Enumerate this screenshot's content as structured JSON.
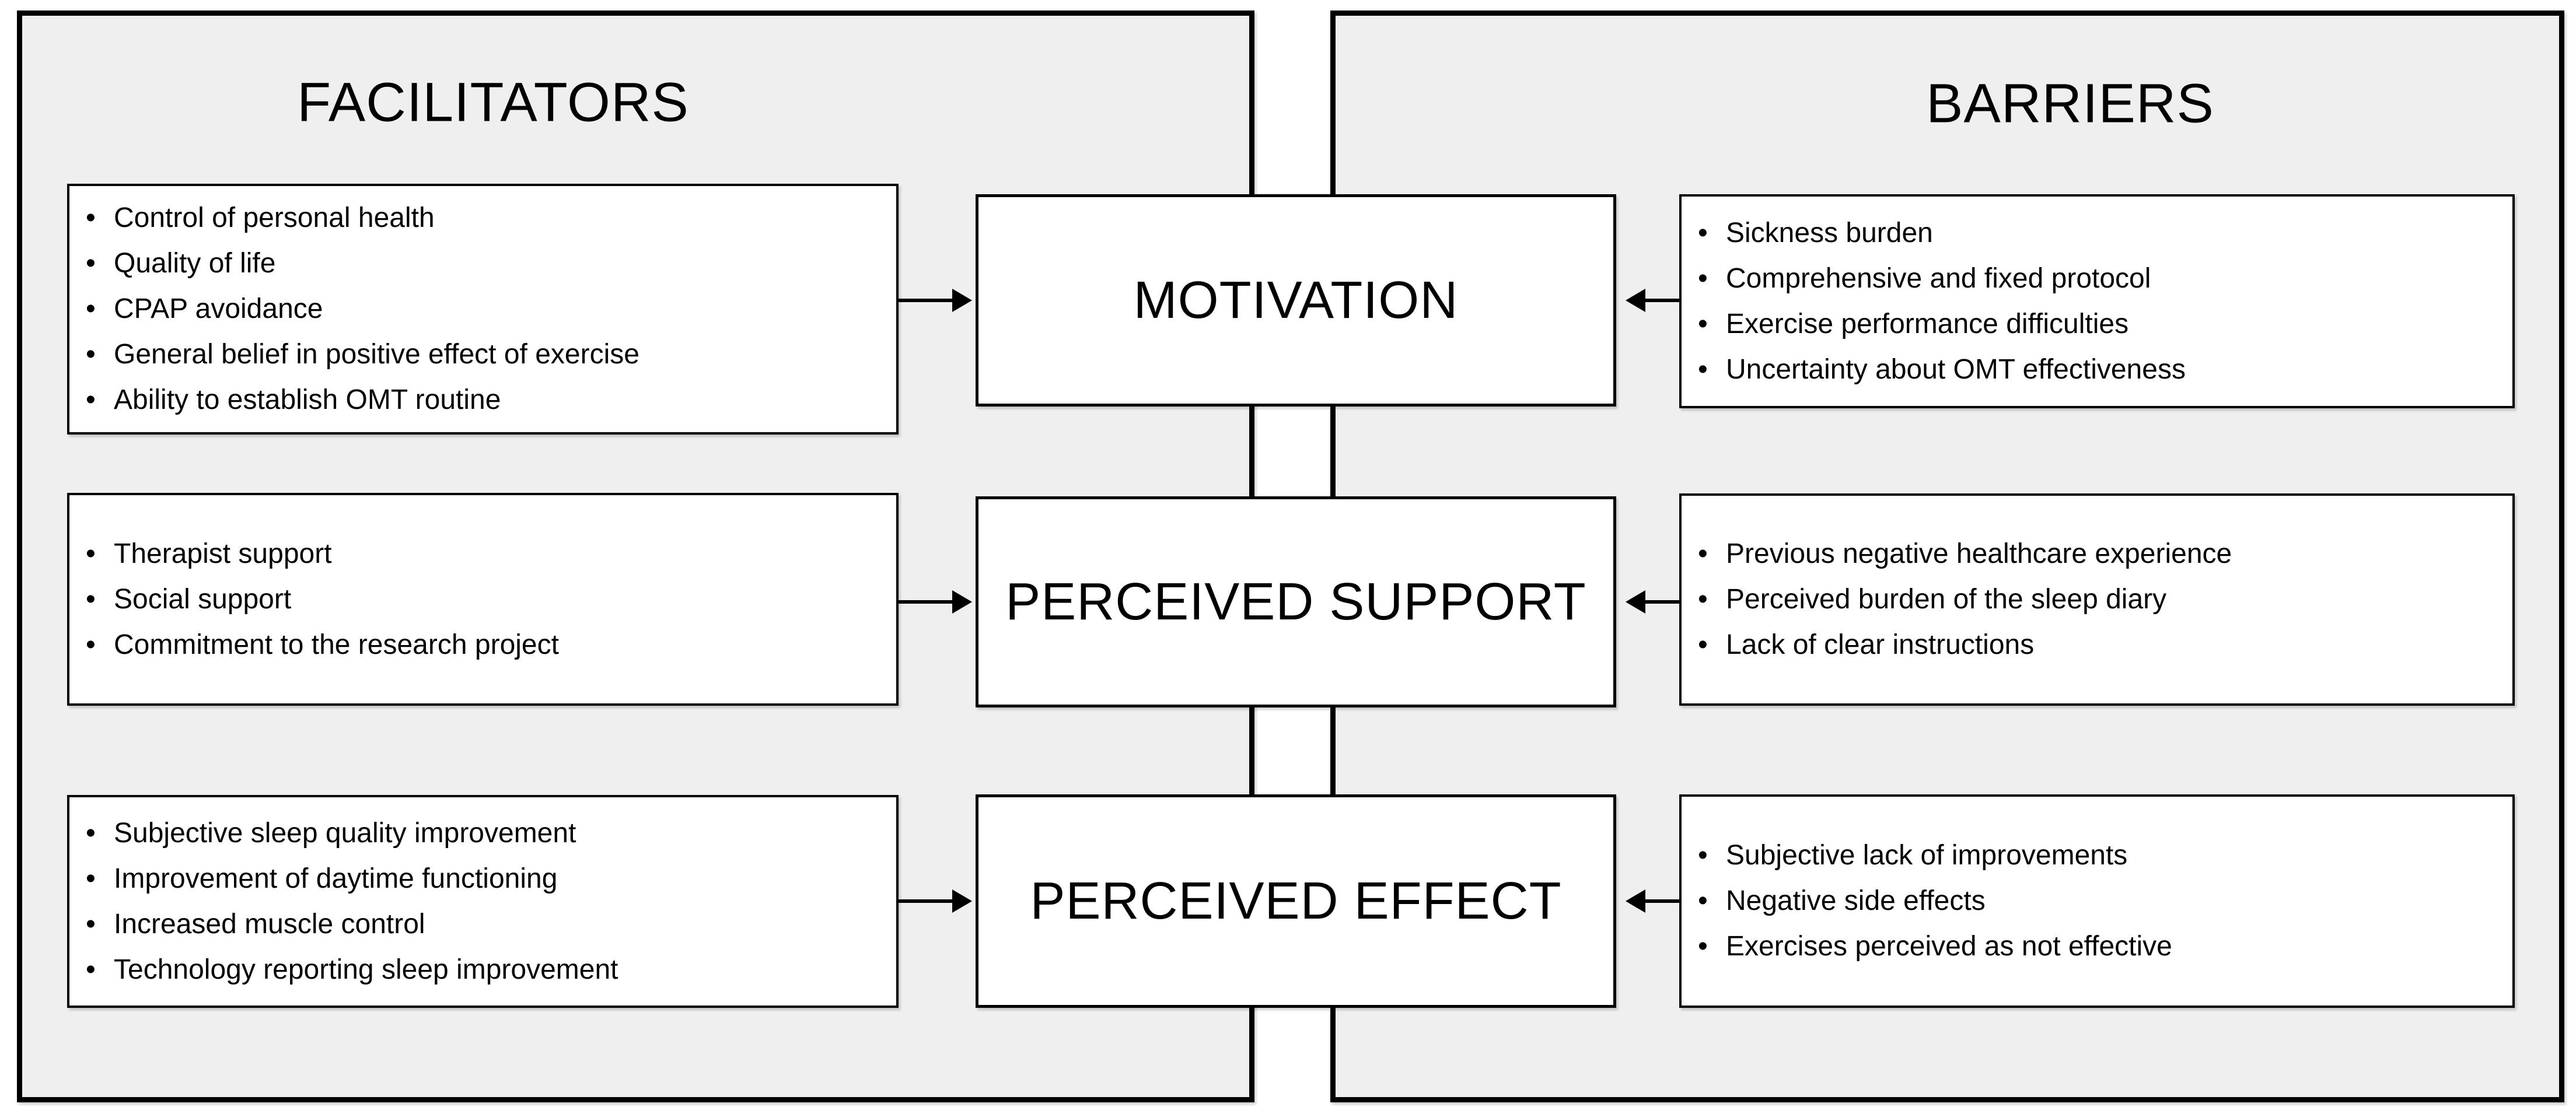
{
  "ui": {
    "bullet_char": "•"
  },
  "colors": {
    "page_bg": "#ffffff",
    "panel_fill": "#efefef",
    "box_fill": "#ffffff",
    "border": "#000000",
    "text": "#000000"
  },
  "facilitators": {
    "title": "FACILITATORS",
    "boxes": [
      {
        "items": [
          "Control of personal health",
          "Quality of life",
          "CPAP avoidance",
          "General belief in positive effect of exercise",
          "Ability to establish OMT routine"
        ]
      },
      {
        "items": [
          "Therapist support",
          "Social support",
          "Commitment to the research project"
        ]
      },
      {
        "items": [
          "Subjective sleep quality improvement",
          "Improvement of daytime functioning",
          "Increased muscle control",
          "Technology reporting sleep improvement"
        ]
      }
    ]
  },
  "barriers": {
    "title": "BARRIERS",
    "boxes": [
      {
        "items": [
          "Sickness burden",
          "Comprehensive and fixed protocol",
          "Exercise performance difficulties",
          "Uncertainty about OMT effectiveness"
        ]
      },
      {
        "items": [
          "Previous negative healthcare experience",
          "Perceived burden of the sleep diary",
          "Lack of clear instructions"
        ]
      },
      {
        "items": [
          "Subjective lack of improvements",
          "Negative side effects",
          "Exercises perceived as not effective"
        ]
      }
    ]
  },
  "central_boxes": [
    {
      "label": "MOTIVATION"
    },
    {
      "label": "PERCEIVED SUPPORT"
    },
    {
      "label": "PERCEIVED EFFECT"
    }
  ]
}
